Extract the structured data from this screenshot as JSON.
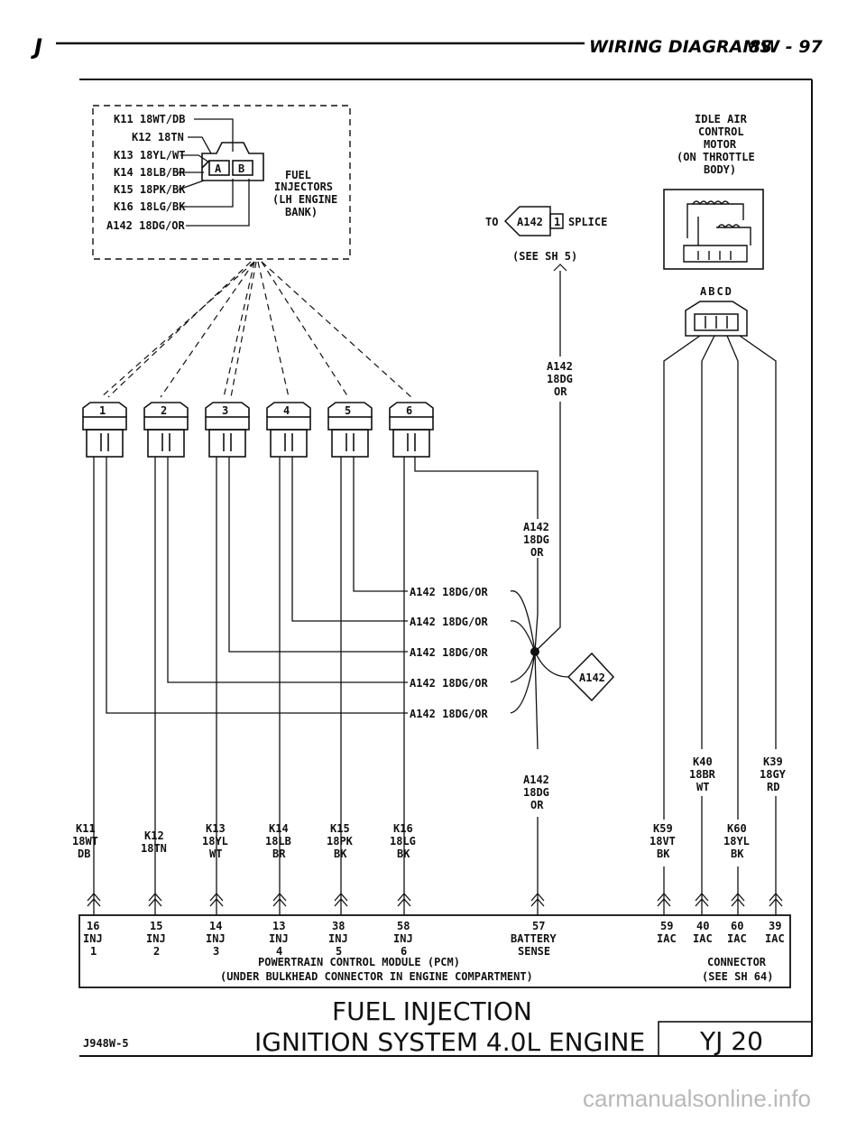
{
  "header": {
    "left_mark": "J",
    "title": "WIRING DIAGRAMS",
    "page": "8W - 97"
  },
  "injector_harness_box": {
    "circuits": [
      "K11 18WT/DB",
      "K12 18TN",
      "K13 18YL/WT",
      "K14 18LB/BR",
      "K15 18PK/BK",
      "K16 18LG/BK",
      "A142 18DG/OR"
    ],
    "connector_pins": [
      "A",
      "B"
    ],
    "label": [
      "FUEL",
      "INJECTORS",
      "(LH ENGINE",
      "BANK)"
    ]
  },
  "injectors": [
    "1",
    "2",
    "3",
    "4",
    "5",
    "6"
  ],
  "splice_ref": {
    "to_text": "TO",
    "id": "A142",
    "pin": "1",
    "splice_text": "SPLICE",
    "see_text": "(SEE SH 5)"
  },
  "iac_motor": {
    "label": [
      "IDLE AIR",
      "CONTROL",
      "MOTOR",
      "(ON THROTTLE",
      "BODY)"
    ],
    "pins": "ABCD"
  },
  "a142_labels": [
    [
      "A142",
      "18DG",
      "OR"
    ],
    [
      "A142",
      "18DG",
      "OR"
    ],
    [
      "A142",
      "18DG",
      "OR"
    ]
  ],
  "bus_lines": [
    "A142 18DG/OR",
    "A142 18DG/OR",
    "A142 18DG/OR",
    "A142 18DG/OR",
    "A142 18DG/OR"
  ],
  "splice_flag": "A142",
  "iac_wires_top": [
    [
      "K40",
      "18BR",
      "WT"
    ],
    [
      "K39",
      "18GY",
      "RD"
    ]
  ],
  "bottom_wires": [
    [
      "K11",
      "18WT",
      "DB"
    ],
    [
      "K12",
      "18TN"
    ],
    [
      "K13",
      "18YL",
      "WT"
    ],
    [
      "K14",
      "18LB",
      "BR"
    ],
    [
      "K15",
      "18PK",
      "BK"
    ],
    [
      "K16",
      "18LG",
      "BK"
    ],
    [
      "K59",
      "18VT",
      "BK"
    ],
    [
      "K60",
      "18YL",
      "BK"
    ]
  ],
  "pcm_pins": [
    {
      "num": "16",
      "l1": "INJ",
      "l2": "1"
    },
    {
      "num": "15",
      "l1": "INJ",
      "l2": "2"
    },
    {
      "num": "14",
      "l1": "INJ",
      "l2": "3"
    },
    {
      "num": "13",
      "l1": "INJ",
      "l2": "4"
    },
    {
      "num": "38",
      "l1": "INJ",
      "l2": "5"
    },
    {
      "num": "58",
      "l1": "INJ",
      "l2": "6"
    },
    {
      "num": "57",
      "l1": "BATTERY",
      "l2": "SENSE"
    },
    {
      "num": "59",
      "l1": "IAC",
      "l2": ""
    },
    {
      "num": "40",
      "l1": "IAC",
      "l2": ""
    },
    {
      "num": "60",
      "l1": "IAC",
      "l2": ""
    },
    {
      "num": "39",
      "l1": "IAC",
      "l2": ""
    }
  ],
  "pcm": {
    "line1": "POWERTRAIN CONTROL MODULE (PCM)",
    "line2": "(UNDER BULKHEAD CONNECTOR IN ENGINE COMPARTMENT)",
    "conn1": "CONNECTOR",
    "conn2": "(SEE SH 64)"
  },
  "footer": {
    "code": "J948W-5",
    "title1": "FUEL INJECTION",
    "title2": "IGNITION SYSTEM 4.0L ENGINE",
    "model": "YJ 20"
  },
  "watermark": "carmanualsonline.info"
}
